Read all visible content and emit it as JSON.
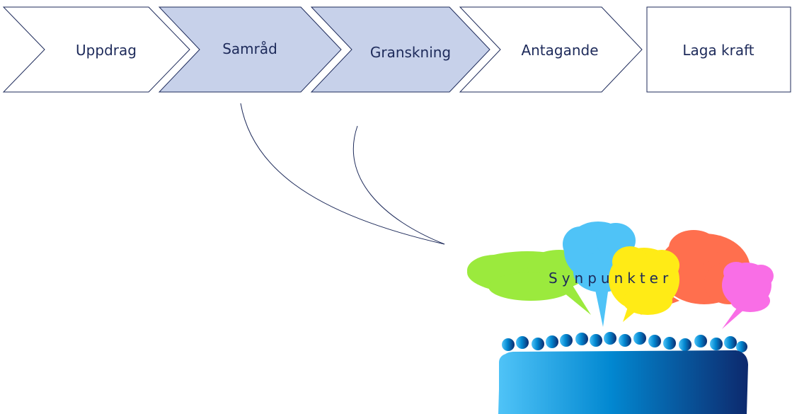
{
  "process": {
    "steps": [
      {
        "label": "Uppdrag",
        "highlighted": false
      },
      {
        "label": "Samråd",
        "highlighted": true
      },
      {
        "label": "Granskning",
        "highlighted": true
      },
      {
        "label": "Antagande",
        "highlighted": false
      },
      {
        "label": "Laga kraft",
        "highlighted": false
      }
    ]
  },
  "illustration": {
    "label": "Synpunkter",
    "bubble_colors": [
      "#9bea3d",
      "#4fc3f7",
      "#ffeb16",
      "#ff6f4e",
      "#f96ee6"
    ],
    "crowd_colors": [
      "#29b6f6",
      "#0d47a1"
    ]
  },
  "colors": {
    "highlight_fill": "#c7d1ea",
    "plain_fill": "#ffffff",
    "outline": "#1d2a5a",
    "text": "#1d2a5a"
  }
}
